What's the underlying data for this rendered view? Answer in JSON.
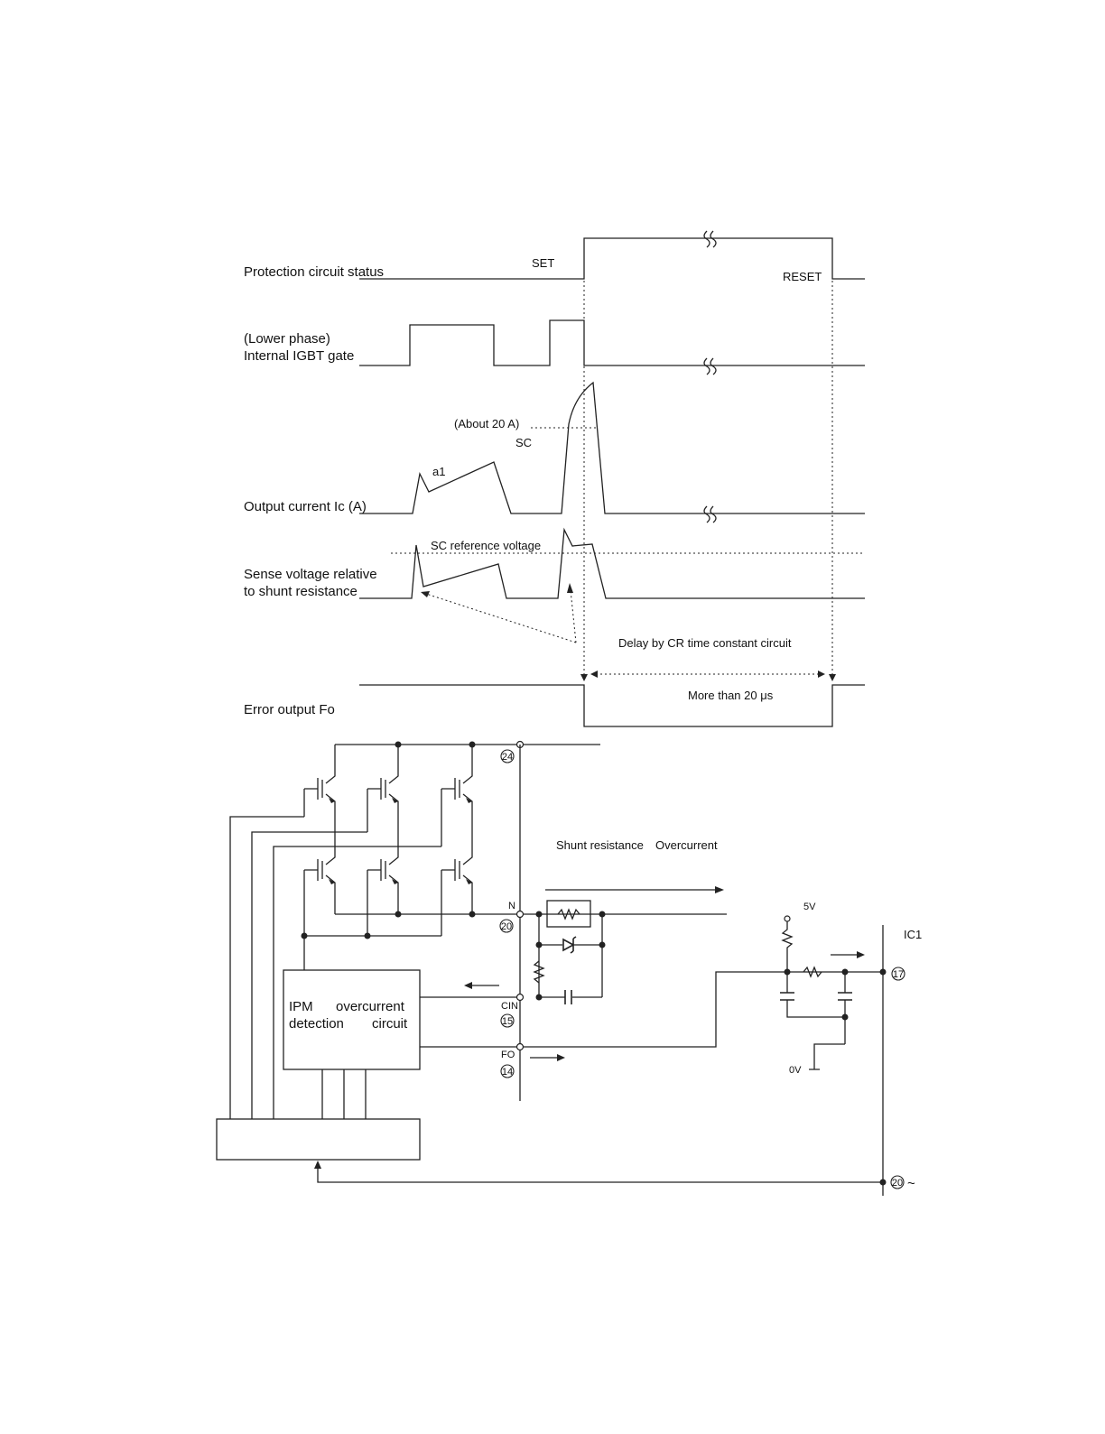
{
  "timing": {
    "protection_status": "Protection circuit status",
    "set": "SET",
    "reset": "RESET",
    "gate_line1": "(Lower phase)",
    "gate_line2": "Internal IGBT gate",
    "about_20a": "(About 20 A)",
    "sc": "SC",
    "a1": "a1",
    "output_current": "Output current Ic (A)",
    "sc_ref": "SC reference voltage",
    "sense_line1": "Sense voltage relative",
    "sense_line2": "to shunt resistance",
    "delay": "Delay by CR time constant circuit",
    "more_than": "More than 20 μs",
    "error_output": "Error output Fo"
  },
  "circuit": {
    "shunt_label": "Shunt resistance",
    "overcurrent_label": "Overcurrent",
    "pin_24": "24",
    "pin_20": "20",
    "pin_15": "15",
    "pin_14": "14",
    "pin_17": "17",
    "pin_20b": "20",
    "n_label": "N",
    "cin_label": "CIN",
    "fo_label": "FO",
    "v5": "5V",
    "v0": "0V",
    "ic1": "IC1",
    "ipm_word1": "IPM",
    "ipm_word2": "overcurrent",
    "ipm_word3": "detection",
    "ipm_word4": "circuit",
    "tilde": "~"
  }
}
